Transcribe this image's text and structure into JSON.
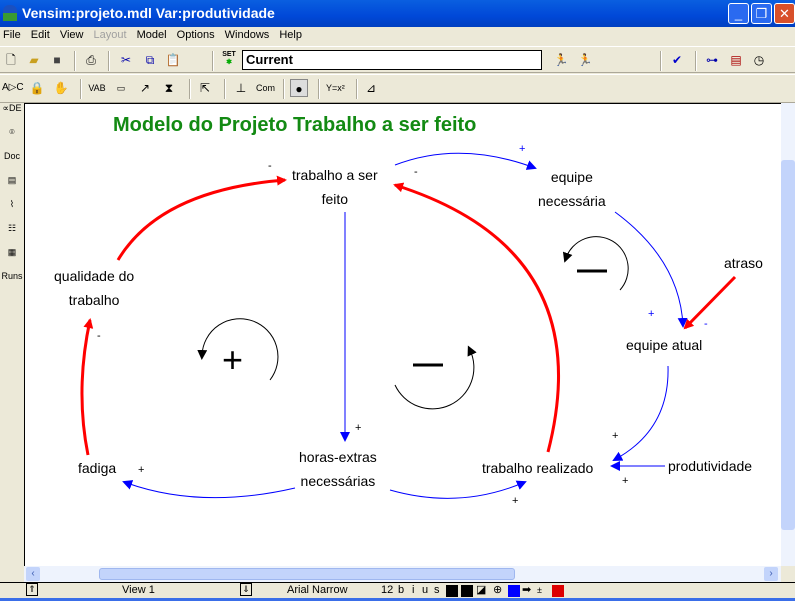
{
  "window": {
    "title": "Vensim:projeto.mdl Var:produtividade"
  },
  "menu": [
    "File",
    "Edit",
    "View",
    "Layout",
    "Model",
    "Options",
    "Windows",
    "Help"
  ],
  "toolbar": {
    "set_label": "SET",
    "run_name": "Current"
  },
  "left_tools": {
    "doc": "Doc",
    "runs": "Runs"
  },
  "diagram": {
    "title": "Modelo do Projeto Trabalho a ser feito",
    "variables": {
      "trabalho": "trabalho a ser\nfeito",
      "trabalho_l1": "trabalho a ser",
      "trabalho_l2": "feito",
      "equipe_l1": "equipe",
      "equipe_l2": "necessária",
      "qualidade_l1": "qualidade do",
      "qualidade_l2": "trabalho",
      "atraso": "atraso",
      "equipe_atual": "equipe atual",
      "fadiga": "fadiga",
      "horas_l1": "horas-extras",
      "horas_l2": "necessárias",
      "realizado": "trabalho realizado",
      "produtividade": "produtividade"
    },
    "polarities": {
      "plus": "+",
      "minus": "-"
    },
    "loops": [
      {
        "type": "+",
        "symbol": "+"
      },
      {
        "type": "-",
        "symbol": "—"
      },
      {
        "type": "-",
        "symbol": "—"
      }
    ],
    "colors": {
      "positive_link": "#0000ff",
      "negative_link": "#ff0000",
      "title": "#138a13"
    }
  },
  "status": {
    "view": "View 1",
    "font": "Arial Narrow",
    "size": "12",
    "b": "b",
    "i": "i",
    "u": "u",
    "s": "s"
  }
}
